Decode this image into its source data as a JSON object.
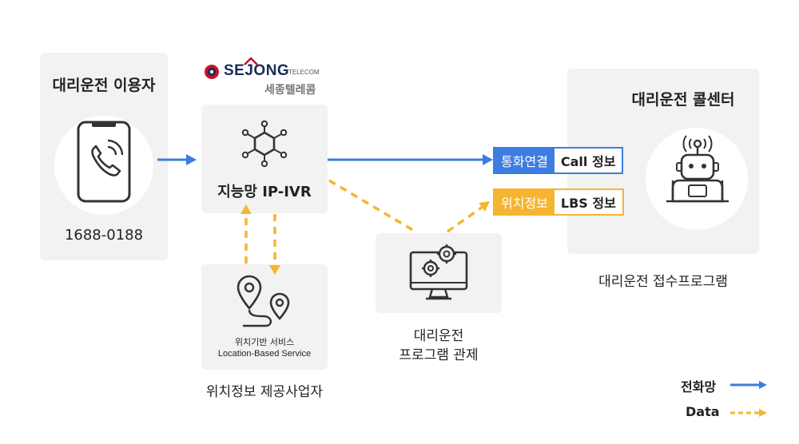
{
  "colors": {
    "phone_line": "#3d7de0",
    "data_line": "#f5b531",
    "panel": "#f2f2f2",
    "logo_red": "#c8102e",
    "icon_stroke": "#333333"
  },
  "user": {
    "title": "대리운전 이용자",
    "number": "1688-0188",
    "icon": "phone-call-icon"
  },
  "logo": {
    "brand_a": "SE",
    "brand_b": "JONG",
    "sub": "TELECOM",
    "kor": "세종텔레콤"
  },
  "ivr": {
    "label": "지능망 IP-IVR",
    "icon": "network-hexagon-icon"
  },
  "lbs": {
    "line1": "위치기반 서비스",
    "line2": "Location-Based Service",
    "caption": "위치정보 제공사업자",
    "icon": "map-pin-route-icon"
  },
  "control": {
    "caption_line1": "대리운전",
    "caption_line2": "프로그램 관제",
    "icon": "monitor-gears-icon"
  },
  "tags": {
    "call": {
      "key": "통화연결",
      "value": "Call 정보"
    },
    "lbs": {
      "key": "위치정보",
      "value": "LBS 정보"
    }
  },
  "center": {
    "title": "대리운전 콜센터",
    "caption": "대리운전 접수프로그램",
    "icon": "robot-agent-icon"
  },
  "legend": {
    "phone_label": "전화망",
    "data_label": "Data"
  }
}
